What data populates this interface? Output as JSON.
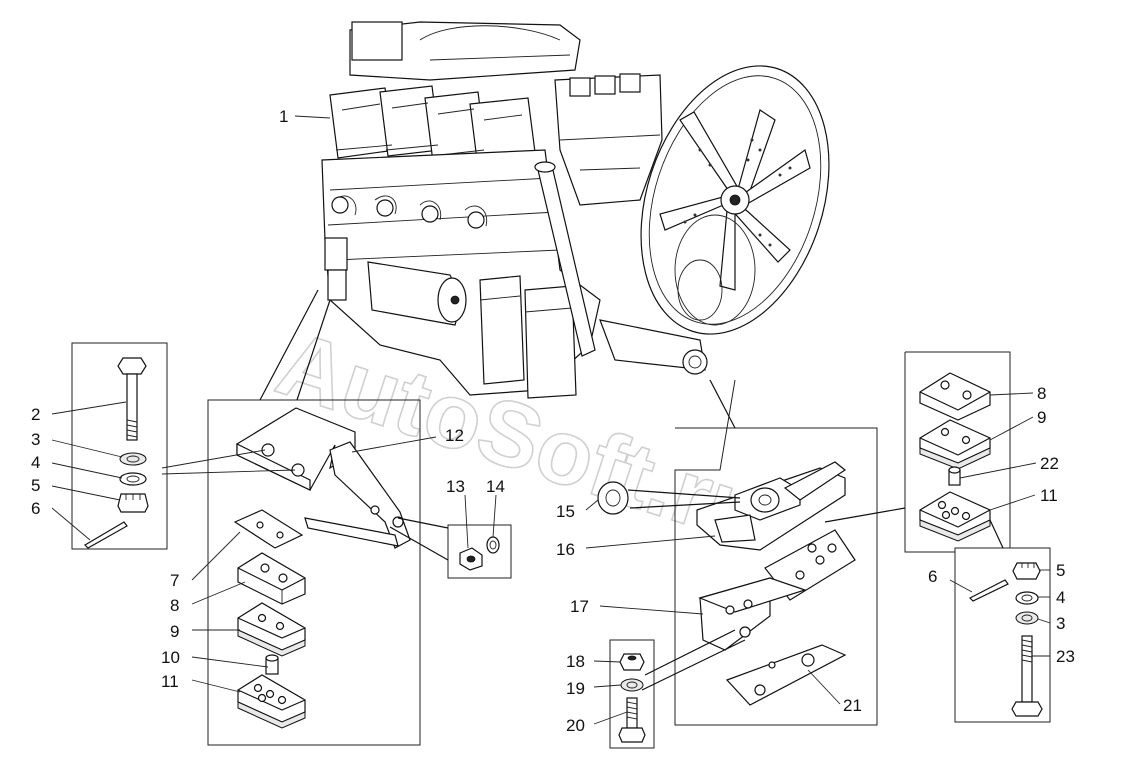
{
  "watermark": "AutoSoft.ru",
  "callouts": {
    "c1": "1",
    "c2": "2",
    "c3": "3",
    "c4": "4",
    "c5": "5",
    "c6": "6",
    "c7": "7",
    "c8": "8",
    "c9": "9",
    "c10": "10",
    "c11": "11",
    "c12": "12",
    "c13": "13",
    "c14": "14",
    "c15": "15",
    "c16": "16",
    "c17": "17",
    "c18": "18",
    "c19": "19",
    "c20": "20",
    "c21": "21",
    "r8": "8",
    "r9": "9",
    "r22": "22",
    "r11": "11",
    "r5": "5",
    "r6": "6",
    "r4": "4",
    "r3": "3",
    "r23": "23"
  }
}
